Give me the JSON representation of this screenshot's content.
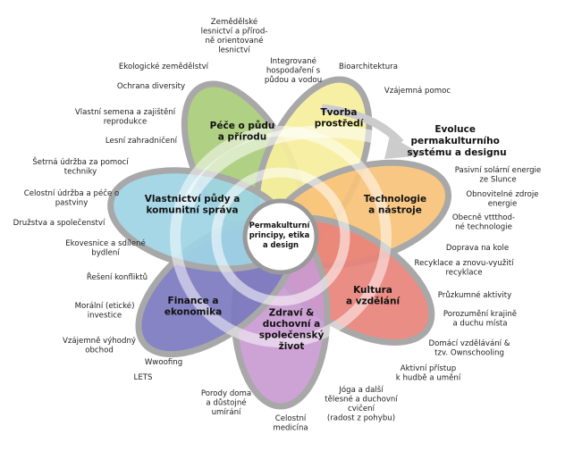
{
  "center": {
    "lines": [
      "Permakulturní",
      "principy, etika",
      "a design"
    ]
  },
  "evolution": {
    "lines": [
      "Evoluce",
      "permakulturního",
      "systému a designu"
    ]
  },
  "petals": [
    {
      "key": "soil",
      "color": "#a9cc7a",
      "lines": [
        "Péče o půdu",
        "a přírodu"
      ]
    },
    {
      "key": "build",
      "color": "#f6ef9c",
      "lines": [
        "Tvorba",
        "prostředí"
      ]
    },
    {
      "key": "tech",
      "color": "#f7c27a",
      "lines": [
        "Technologie",
        "a nástroje"
      ]
    },
    {
      "key": "culture",
      "color": "#e8837a",
      "lines": [
        "Kultura",
        "a vzdělání"
      ]
    },
    {
      "key": "health",
      "color": "#c99ad0",
      "lines": [
        "Zdraví &",
        "duchovní a",
        "společenský",
        "život"
      ]
    },
    {
      "key": "finance",
      "color": "#7c79bf",
      "lines": [
        "Finance a",
        "ekonomika"
      ]
    },
    {
      "key": "land",
      "color": "#9ed4e4",
      "lines": [
        "Vlastnictví půdy a",
        "komunitní správa"
      ]
    }
  ],
  "labels": [
    {
      "lines": [
        "Zemědělské",
        "lesnictví a přírod-",
        "ně orientované",
        "lesnictví"
      ]
    },
    {
      "lines": [
        "Integrované",
        "hospodaření s",
        "půdou a vodou"
      ]
    },
    {
      "lines": [
        "Bioarchitektura"
      ]
    },
    {
      "lines": [
        "Ekologické zemědělství"
      ]
    },
    {
      "lines": [
        "Vzájemná pomoc"
      ]
    },
    {
      "lines": [
        "Ochrana diversity"
      ]
    },
    {
      "lines": [
        "Vlastní semena a zajištění",
        "reprodukce"
      ]
    },
    {
      "lines": [
        "Lesní zahradničení"
      ]
    },
    {
      "lines": [
        "Šetrná údržba za pomocí",
        "techniky"
      ]
    },
    {
      "lines": [
        "Celostní údržba a péče o",
        "pastviny"
      ]
    },
    {
      "lines": [
        "Družstva a společenství"
      ]
    },
    {
      "lines": [
        "Ekovesnice a sdílené",
        "bydlení"
      ]
    },
    {
      "lines": [
        "Řešení konfliktů"
      ]
    },
    {
      "lines": [
        "Morální (etické)",
        "investice"
      ]
    },
    {
      "lines": [
        "Vzájemně výhodný",
        "obchod"
      ]
    },
    {
      "lines": [
        "Wwoofing"
      ]
    },
    {
      "lines": [
        "LETS"
      ]
    },
    {
      "lines": [
        "Porody doma",
        "a důstojné",
        "umírání"
      ]
    },
    {
      "lines": [
        "Celostní",
        "medicína"
      ]
    },
    {
      "lines": [
        "Jóga a další",
        "tělesné a duchovní",
        "cvičení",
        "(radost z pohybu)"
      ]
    },
    {
      "lines": [
        "Aktivní přístup",
        "k hudbě a umění"
      ]
    },
    {
      "lines": [
        "Domácí vzdělávání &",
        "tzv. Ownschooling"
      ]
    },
    {
      "lines": [
        "Porozumění krajině",
        "a duchu místa"
      ]
    },
    {
      "lines": [
        "Průzkumné aktivity"
      ]
    },
    {
      "lines": [
        "Recyklace a znovu-využití",
        "recyklace"
      ]
    },
    {
      "lines": [
        "Doprava na kole"
      ]
    },
    {
      "lines": [
        "Obecně vttthod-",
        "né technologie"
      ]
    },
    {
      "lines": [
        "Obnovitelné zdroje",
        "energie"
      ]
    },
    {
      "lines": [
        "Pasivní solární energie",
        "ze Slunce"
      ]
    }
  ]
}
